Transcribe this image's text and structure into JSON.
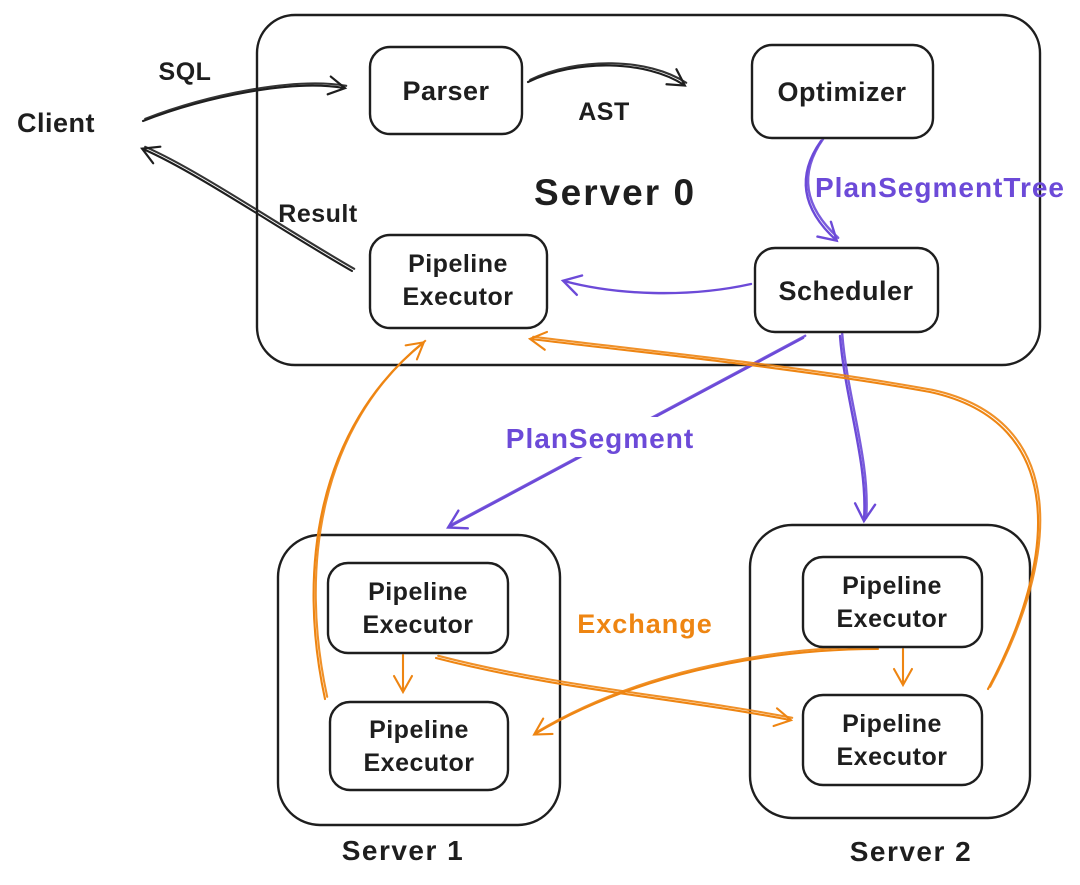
{
  "diagram": {
    "nodes": {
      "client": {
        "label": "Client"
      },
      "parser": {
        "label": "Parser"
      },
      "optimizer": {
        "label": "Optimizer"
      },
      "scheduler": {
        "label": "Scheduler"
      },
      "pipeline_executor": {
        "line1": "Pipeline",
        "line2": "Executor"
      },
      "server0": {
        "label": "Server 0"
      },
      "server1": {
        "label": "Server 1"
      },
      "server2": {
        "label": "Server 2"
      }
    },
    "edge_labels": {
      "sql": "SQL",
      "ast": "AST",
      "result": "Result",
      "plan_segment_tree": "PlanSegmentTree",
      "plan_segment": "PlanSegment",
      "exchange": "Exchange"
    },
    "colors": {
      "ink": "#1e1e1e",
      "purple": "#6c4ad8",
      "orange": "#ee8512"
    }
  }
}
